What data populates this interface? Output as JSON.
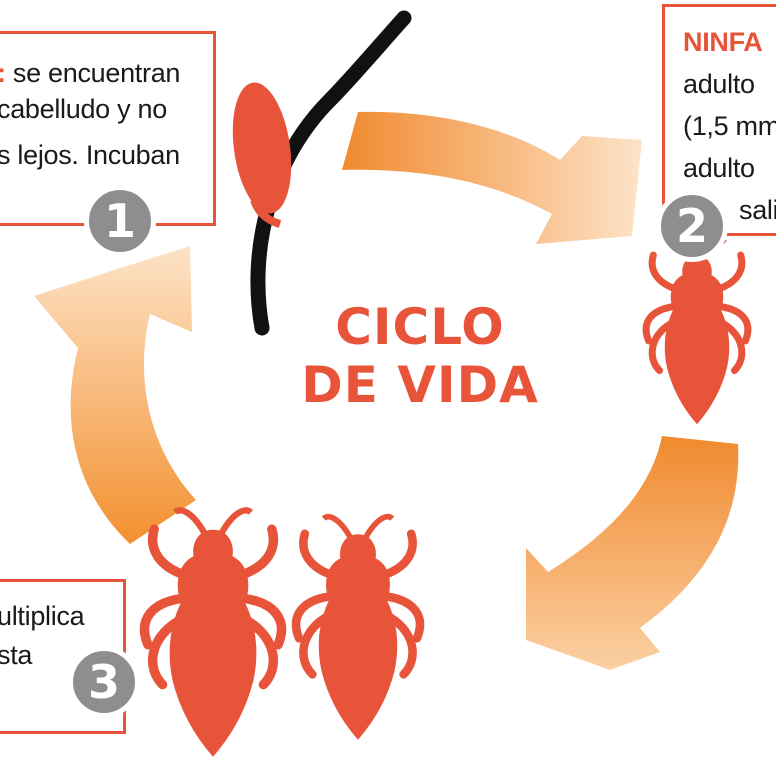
{
  "title": {
    "line1": "CICLO",
    "line2": "DE VIDA"
  },
  "steps": [
    {
      "number": "1",
      "heading": "",
      "heading_suffix": ":",
      "lines": [
        "se encuentran",
        "cabelludo y no",
        "s lejos. Incuban"
      ]
    },
    {
      "number": "2",
      "heading": "NINFA",
      "lines": [
        "adulto",
        "(1,5 mm",
        "adulto",
        "sali"
      ]
    },
    {
      "number": "3",
      "heading": "",
      "lines": [
        "ultiplica",
        "sta"
      ]
    }
  ],
  "colors": {
    "accent": "#e8543a",
    "arrow_light": "#fbd9b6",
    "arrow_dark": "#f08a2e",
    "badge": "#8e8e8e",
    "hair": "#111111"
  },
  "icons": [
    "hair-strand-icon",
    "nit-egg-icon",
    "louse-nymph-icon",
    "adult-louse-icon",
    "cycle-arrow-icon"
  ]
}
